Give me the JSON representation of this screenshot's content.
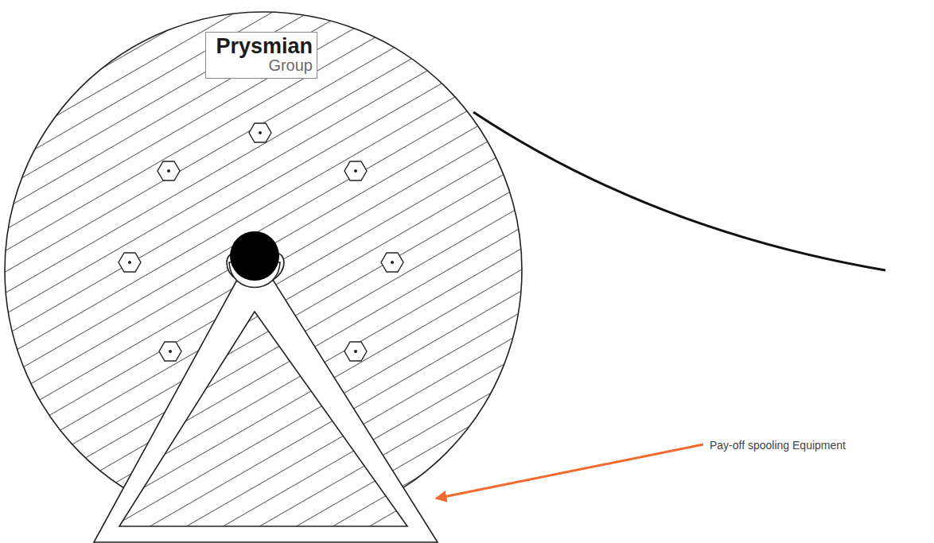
{
  "diagram": {
    "nodes": [
      {
        "text": [
          "Prysmian",
          "Group"
        ]
      }
    ],
    "labels": [
      "Pay-off spooling Equipment"
    ]
  }
}
